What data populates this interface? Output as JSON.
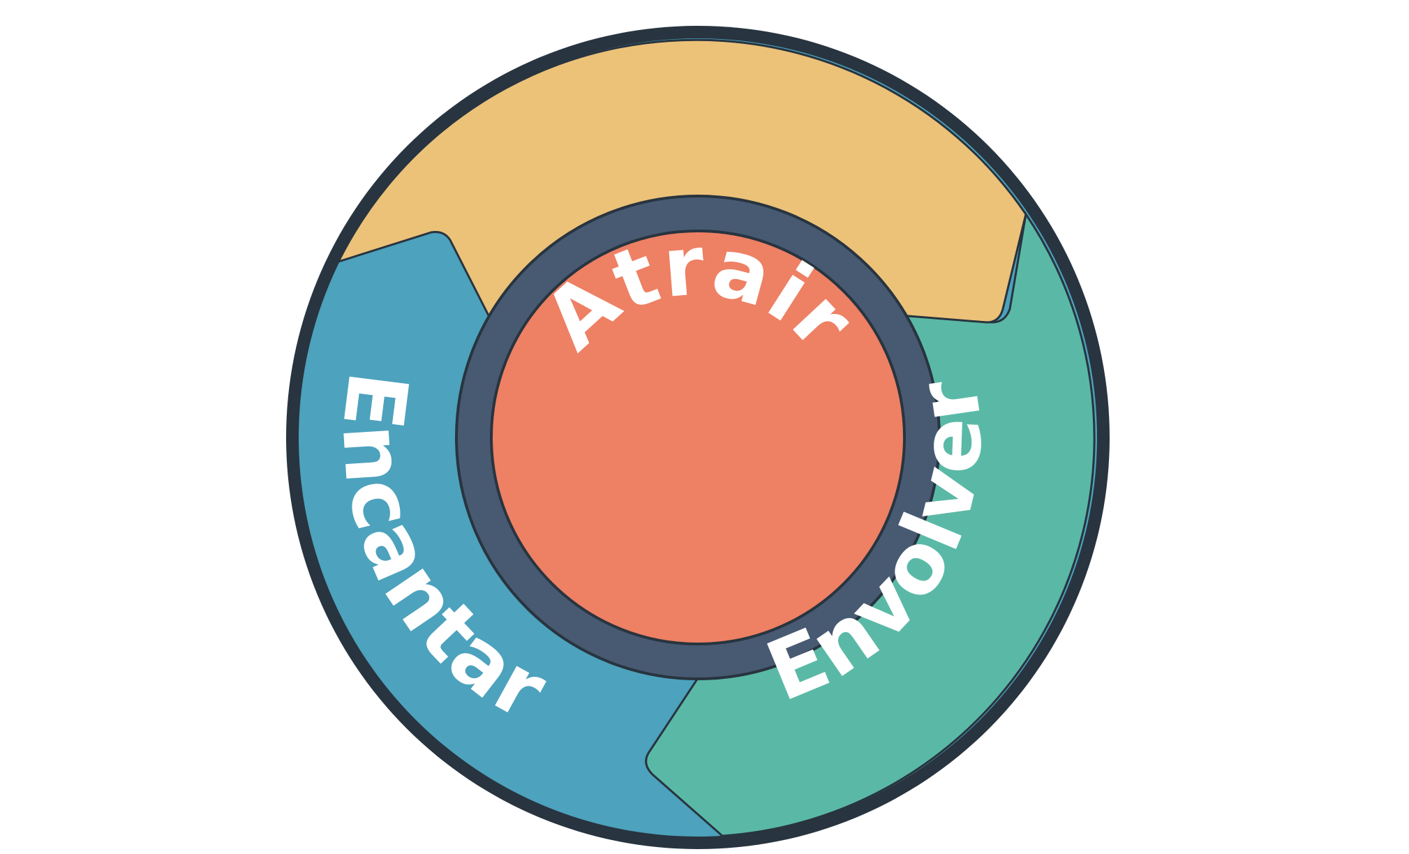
{
  "diagram": {
    "segments": [
      {
        "id": "attract",
        "label": "Atrair",
        "color": "#ecc279"
      },
      {
        "id": "engage",
        "label": "Envolver",
        "color": "#5ab9a6"
      },
      {
        "id": "delight",
        "label": "Encantar",
        "color": "#4da2bd"
      }
    ],
    "outer_ring_color": "#28343f",
    "inner_ring_color": "#475a72",
    "center_color": "#ee8064"
  }
}
